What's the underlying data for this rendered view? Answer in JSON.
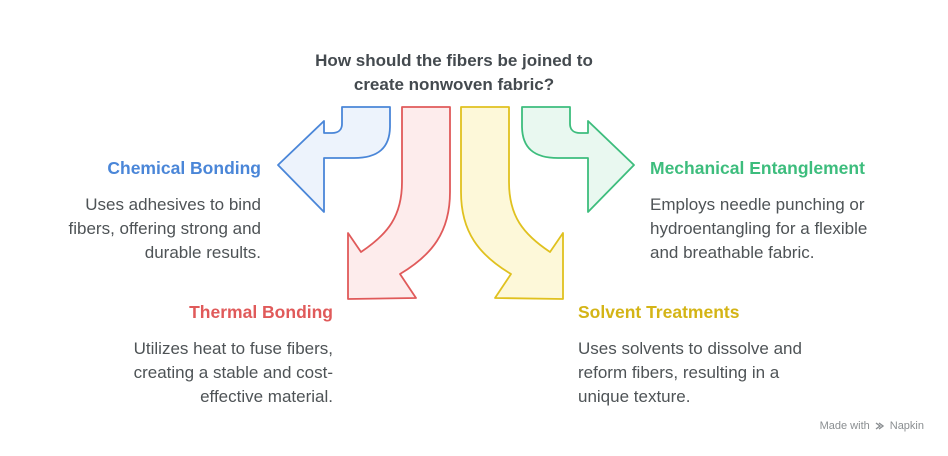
{
  "question": [
    "How should the fibers be joined to",
    "create nonwoven fabric?"
  ],
  "options": {
    "chemical": {
      "title": "Chemical Bonding",
      "description": [
        "Uses adhesives to bind",
        "fibers, offering strong and",
        "durable results."
      ],
      "color": "#4a86d8",
      "fill": "#edf3fc"
    },
    "thermal": {
      "title": "Thermal Bonding",
      "description": [
        "Utilizes heat to fuse fibers,",
        "creating a stable and cost-",
        "effective material."
      ],
      "color": "#e05a5a",
      "fill": "#fdecec"
    },
    "mechanical": {
      "title": "Mechanical Entanglement",
      "description": [
        "Employs needle punching or",
        "hydroentangling for a flexible",
        "and breathable fabric."
      ],
      "color": "#3dbd7d",
      "fill": "#e9f8f0"
    },
    "solvent": {
      "title": "Solvent Treatments",
      "description": [
        "Uses solvents to dissolve and",
        "reform fibers, resulting in a",
        "unique texture."
      ],
      "color": "#e0c11f",
      "fill": "#fdf8d9"
    }
  },
  "watermark": {
    "text": "Made with",
    "brand": "Napkin",
    "icon": "napkin-logo-icon"
  }
}
